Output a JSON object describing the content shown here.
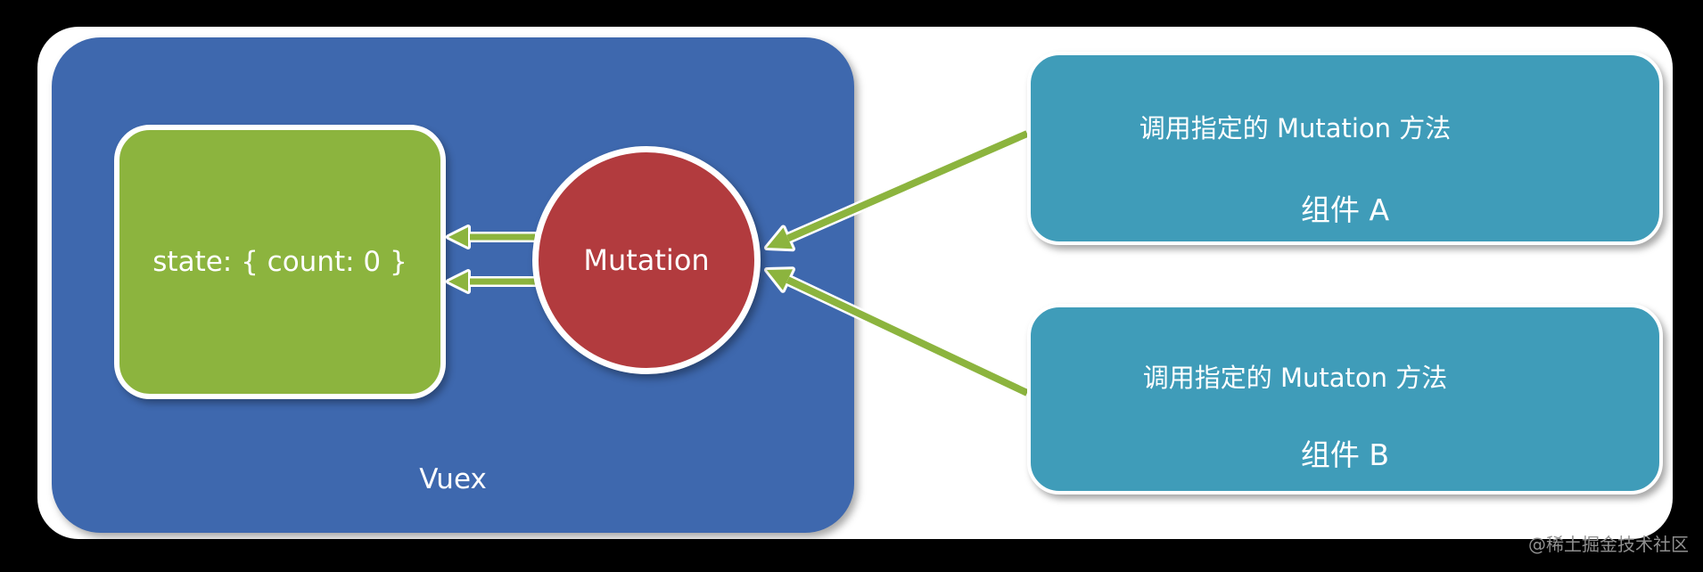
{
  "colors": {
    "background": "#000000",
    "panel": "#ffffff",
    "vuex_blue": "#3E68AE",
    "state_green": "#8CB43E",
    "mutation_red": "#B23B3E",
    "component_teal": "#3F9CB9",
    "arrow_green": "#8CB43E",
    "watermark_gray": "#8F8F8F"
  },
  "vuex": {
    "label": "Vuex",
    "state_box": {
      "text": "state: { count: 0 }"
    },
    "mutation": {
      "label": "Mutation"
    }
  },
  "components": [
    {
      "action": "调用指定的 Mutation 方法",
      "label": "组件 A"
    },
    {
      "action": "调用指定的 Mutaton 方法",
      "label": "组件 B"
    }
  ],
  "watermark": "@稀土掘金技术社区"
}
